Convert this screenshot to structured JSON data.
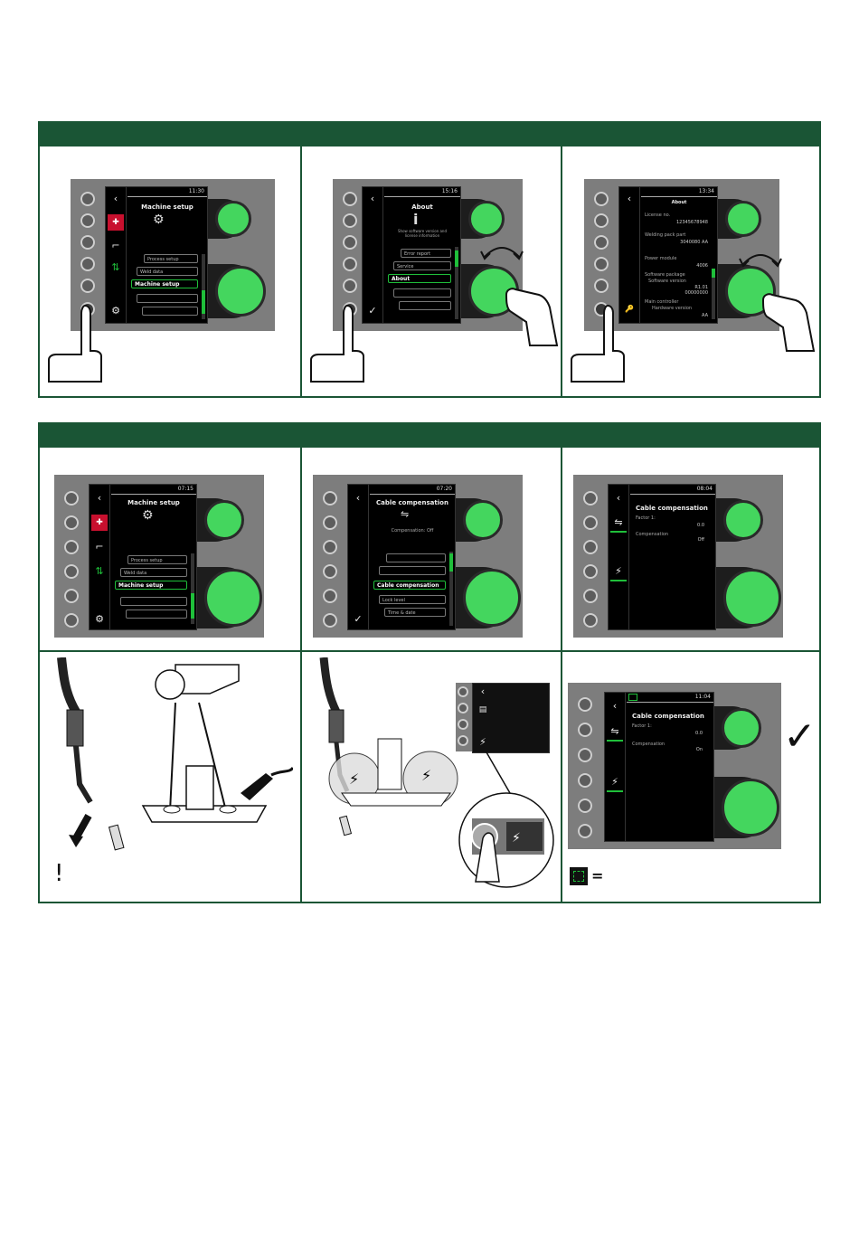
{
  "section1": {
    "step1": {
      "time": "11:30",
      "title": "Machine setup",
      "menu": [
        "Process setup",
        "Weld data",
        "Machine setup"
      ],
      "icons": [
        "back-icon",
        "language-flag-icon",
        "gun-icon",
        "io-icon",
        "gear-icon"
      ]
    },
    "step2": {
      "time": "15:16",
      "title": "About",
      "subtitle": "Show software version and license information",
      "menu": [
        "Error report",
        "Service",
        "About"
      ]
    },
    "step3": {
      "time": "13:34",
      "title": "About",
      "rows": [
        {
          "label": "License no.",
          "value": "12345678948"
        },
        {
          "label": "Welding pack part",
          "value": "3040080 AA"
        },
        {
          "label": "Power module",
          "value": "4006"
        },
        {
          "label": "Software package",
          "value": ""
        },
        {
          "label": "Software version",
          "value": "R1.01 00000000"
        },
        {
          "label": "Main controller",
          "value": ""
        },
        {
          "label": "Hardware version",
          "value": "AA"
        }
      ]
    }
  },
  "section2": {
    "step1": {
      "time": "07:15",
      "title": "Machine setup",
      "menu": [
        "Process setup",
        "Weld data",
        "Machine setup"
      ]
    },
    "step2": {
      "time": "07:20",
      "title": "Cable compensation",
      "subtitle": "Compensation: Off",
      "menu": [
        "Cable compensation",
        "Lock level",
        "Time & date"
      ]
    },
    "step3": {
      "time": "08:04",
      "title": "Cable compensation",
      "rows": [
        {
          "label": "Factor 1:",
          "value": "0.0"
        },
        {
          "label": "Compensation",
          "value": "Off"
        }
      ]
    },
    "step6": {
      "time": "11:04",
      "title": "Cable compensation",
      "rows": [
        {
          "label": "Factor 1:",
          "value": "0.0"
        },
        {
          "label": "Compensation",
          "value": "On"
        }
      ]
    },
    "excl": "!",
    "check": "✓",
    "equals": "="
  },
  "colors": {
    "brand": "#1a5535",
    "knob": "#44d65e",
    "highlight": "#1fbf3a"
  }
}
